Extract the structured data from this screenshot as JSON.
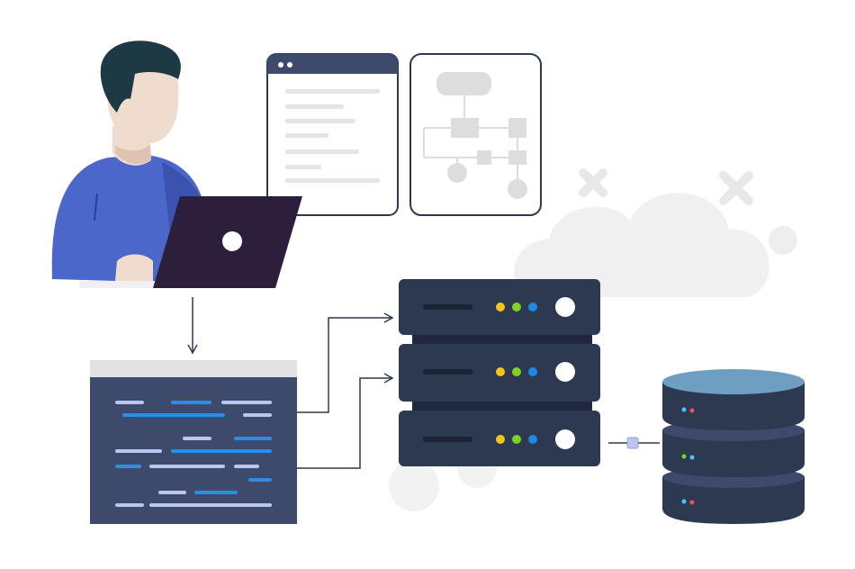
{
  "illustration": {
    "developer": {
      "figure": "person-at-laptop"
    },
    "windows": [
      {
        "kind": "text-document-window"
      },
      {
        "kind": "flowchart-window"
      }
    ],
    "code_editor": {
      "kind": "code-editor-window"
    },
    "server_rack": {
      "units": 3,
      "indicator_colors": [
        "#F5C518",
        "#7DD321",
        "#1E88E5"
      ]
    },
    "database": {
      "disks": 3
    },
    "background": {
      "cloud_color": "#F0F0F1",
      "gear_color": "#F2F2F3"
    }
  },
  "colors": {
    "navy": "#2D3851",
    "slate": "#3D4A6B",
    "hair": "#1D3A44",
    "skin": "#F0DCCF",
    "shirt": "#4B67C9",
    "laptop": "#2B1F3B",
    "db_top": "#6F9EC3",
    "code_blue": "#2A8FE6",
    "code_light": "#B9C6EE"
  }
}
